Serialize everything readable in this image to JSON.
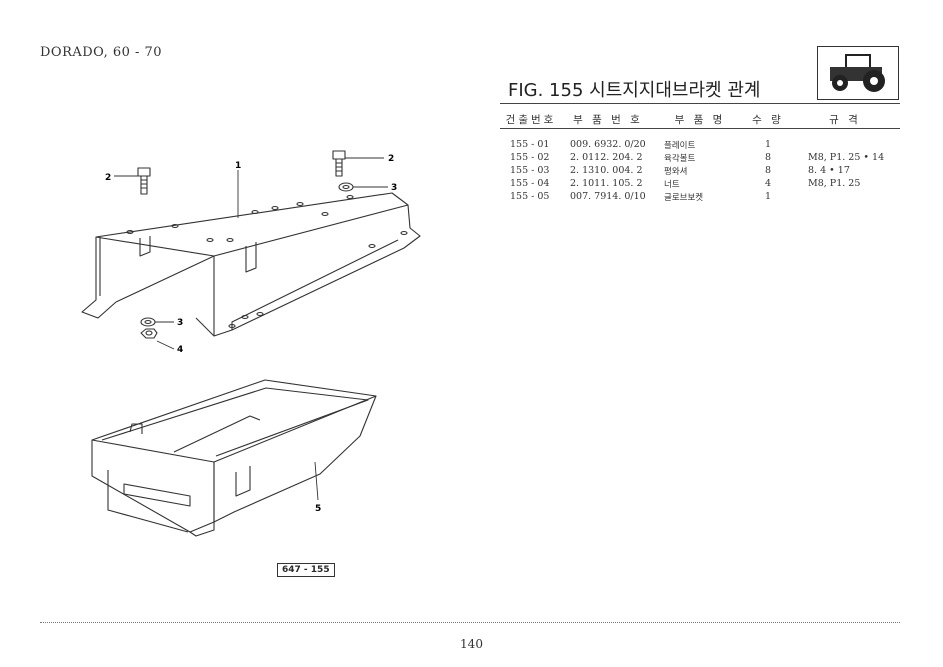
{
  "header": {
    "model": "DORADO, 60 - 70",
    "figure_title": "FIG. 155 시트지지대브라켓 관계"
  },
  "table": {
    "columns": [
      "건출번호",
      "부 품 번 호",
      "부 품 명",
      "수 량",
      "규 격"
    ],
    "rows": [
      {
        "no": "155 - 01",
        "part": "009. 6932. 0/20",
        "name": "플레이트",
        "qty": "1",
        "spec": ""
      },
      {
        "no": "155 - 02",
        "part": "2. 0112. 204. 2",
        "name": "육각볼트",
        "qty": "8",
        "spec": "M8, P1. 25 • 14"
      },
      {
        "no": "155 - 03",
        "part": "2. 1310. 004. 2",
        "name": "평와셔",
        "qty": "8",
        "spec": "8. 4 • 17"
      },
      {
        "no": "155 - 04",
        "part": "2. 1011. 105. 2",
        "name": "너트",
        "qty": "4",
        "spec": "M8, P1. 25"
      },
      {
        "no": "155 - 05",
        "part": "007. 7914. 0/10",
        "name": "글로브보켓",
        "qty": "1",
        "spec": ""
      }
    ]
  },
  "callouts": {
    "c1": "1",
    "c2a": "2",
    "c2b": "2",
    "c3a": "3",
    "c3b": "3",
    "c4": "4",
    "c5": "5"
  },
  "figure_ref": "647 - 155",
  "page_number": "140"
}
